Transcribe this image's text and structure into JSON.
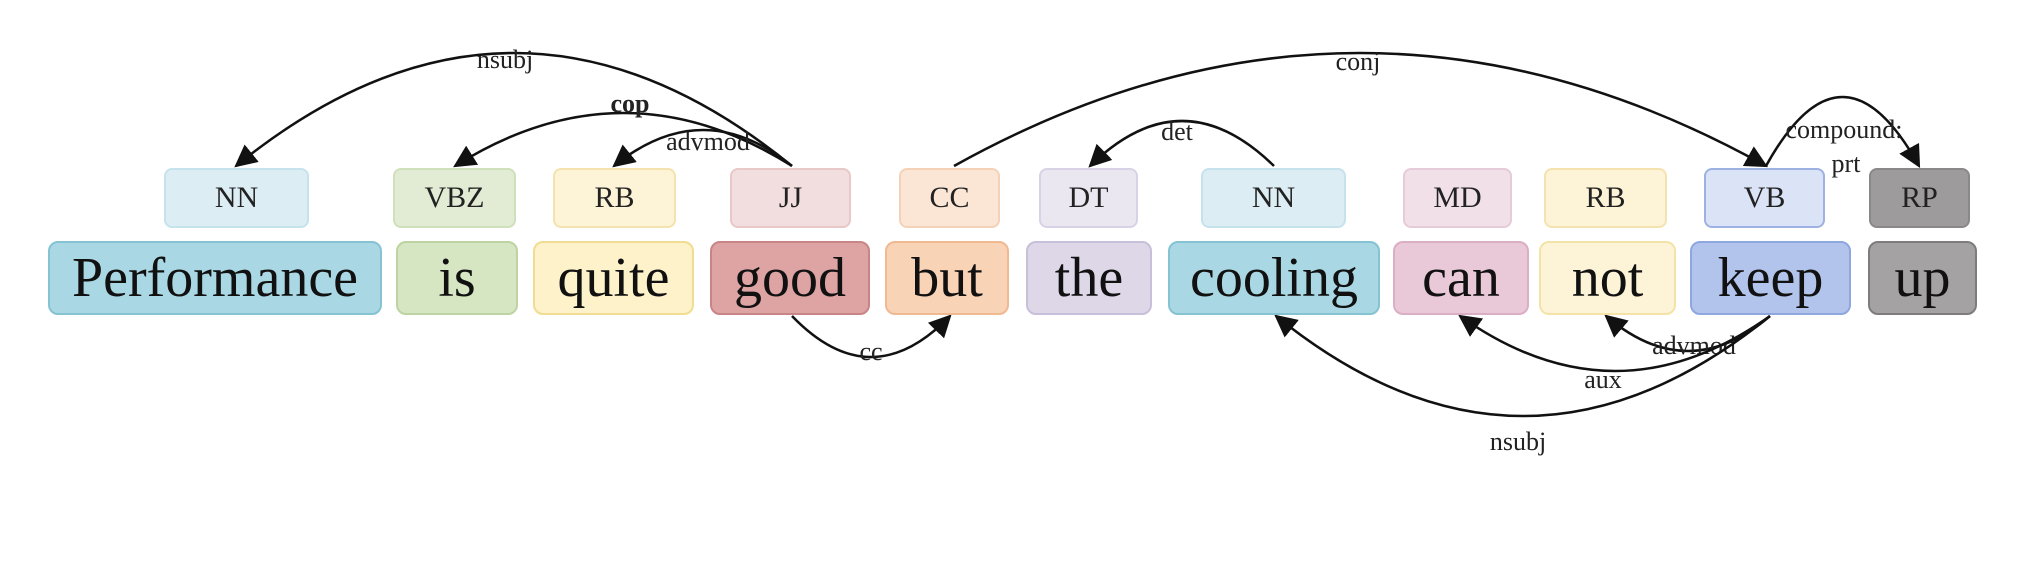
{
  "tokens": [
    {
      "word": "Performance",
      "pos": "NN",
      "fill": "#a9d8e4",
      "stroke": "#86c3d2",
      "tagFill": "#dcedf4",
      "tagStroke": "#c6e2ec"
    },
    {
      "word": "is",
      "pos": "VBZ",
      "fill": "#d6e5c2",
      "stroke": "#bdd4a2",
      "tagFill": "#e2ecd4",
      "tagStroke": "#cfe0bb"
    },
    {
      "word": "quite",
      "pos": "RB",
      "fill": "#fdf2c9",
      "stroke": "#f1dd91",
      "tagFill": "#fdf3d6",
      "tagStroke": "#f4e3af"
    },
    {
      "word": "good",
      "pos": "JJ",
      "fill": "#dea4a4",
      "stroke": "#c98585",
      "tagFill": "#f2dede",
      "tagStroke": "#e8c8c8"
    },
    {
      "word": "but",
      "pos": "CC",
      "fill": "#f9d3b6",
      "stroke": "#efba92",
      "tagFill": "#fbe6d6",
      "tagStroke": "#f3d2b8"
    },
    {
      "word": "the",
      "pos": "DT",
      "fill": "#ddd7e8",
      "stroke": "#c8c0db",
      "tagFill": "#ebe7f1",
      "tagStroke": "#d9d2e6"
    },
    {
      "word": "cooling",
      "pos": "NN",
      "fill": "#a9d8e4",
      "stroke": "#86c3d2",
      "tagFill": "#dcedf4",
      "tagStroke": "#c6e2ec"
    },
    {
      "word": "can",
      "pos": "MD",
      "fill": "#e9c8d8",
      "stroke": "#dbaec4",
      "tagFill": "#f1e0e8",
      "tagStroke": "#e6cbd9"
    },
    {
      "word": "not",
      "pos": "RB",
      "fill": "#fdf4d7",
      "stroke": "#f4e3a8",
      "tagFill": "#fdf3d6",
      "tagStroke": "#f4e3af"
    },
    {
      "word": "keep",
      "pos": "VB",
      "fill": "#b3c4ec",
      "stroke": "#8ea7de",
      "tagFill": "#dbe3f6",
      "tagStroke": "#9db2e3"
    },
    {
      "word": "up",
      "pos": "RP",
      "fill": "#a4a2a2",
      "stroke": "#7e7c7c",
      "tagFill": "#9d9b9b",
      "tagStroke": "#8a8888"
    }
  ],
  "arcs": [
    {
      "from": 3,
      "to": 0,
      "label": "nsubj",
      "side": "above",
      "bold": false
    },
    {
      "from": 3,
      "to": 1,
      "label": "cop",
      "side": "above",
      "bold": true
    },
    {
      "from": 3,
      "to": 2,
      "label": "advmod",
      "side": "above",
      "bold": false
    },
    {
      "from": 3,
      "to": 4,
      "label": "cc",
      "side": "below",
      "bold": false
    },
    {
      "from": 4,
      "to": 9,
      "label": "conj",
      "side": "above",
      "bold": false
    },
    {
      "from": 6,
      "to": 5,
      "label": "det",
      "side": "above",
      "bold": false
    },
    {
      "from": 9,
      "to": 10,
      "label": "compound:",
      "label2": "prt",
      "side": "above",
      "bold": false
    },
    {
      "from": 9,
      "to": 8,
      "label": "advmod",
      "side": "below",
      "bold": false
    },
    {
      "from": 9,
      "to": 7,
      "label": "aux",
      "side": "below",
      "bold": false
    },
    {
      "from": 9,
      "to": 6,
      "label": "nsubj",
      "side": "below",
      "bold": false
    }
  ]
}
